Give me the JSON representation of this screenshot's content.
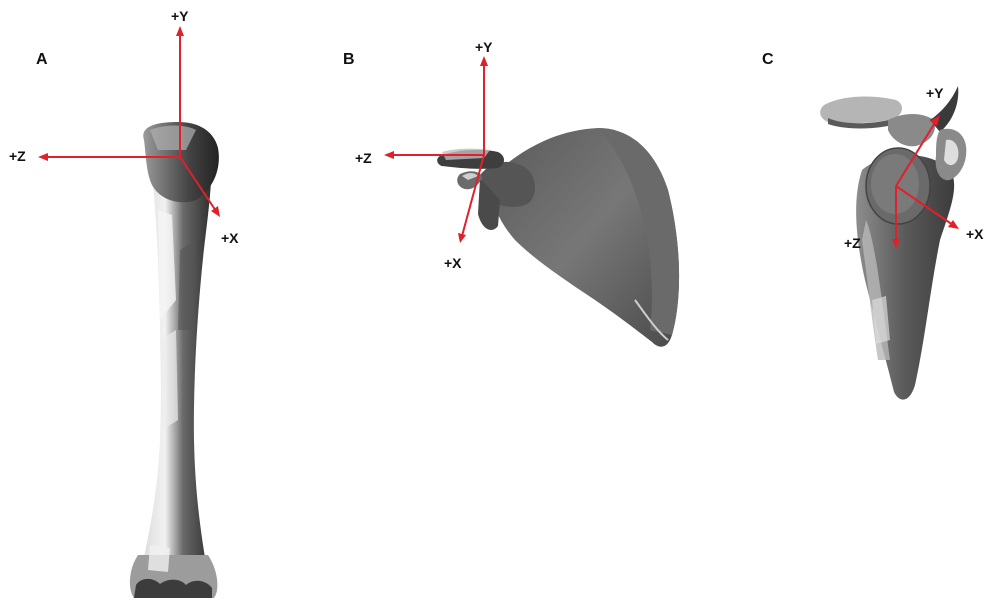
{
  "panels": [
    {
      "letter": "A",
      "axes": {
        "y": "+Y",
        "z": "+Z",
        "x": "+X"
      }
    },
    {
      "letter": "B",
      "axes": {
        "y": "+Y",
        "z": "+Z",
        "x": "+X"
      }
    },
    {
      "letter": "C",
      "axes": {
        "y": "+Y",
        "z": "+Z",
        "x": "+X"
      }
    }
  ],
  "colors": {
    "axis": "#e0202a",
    "bone_dark": "#3a3a3a",
    "bone_mid": "#7a7a7a",
    "bone_light": "#d8d8d8",
    "text": "#111111"
  }
}
